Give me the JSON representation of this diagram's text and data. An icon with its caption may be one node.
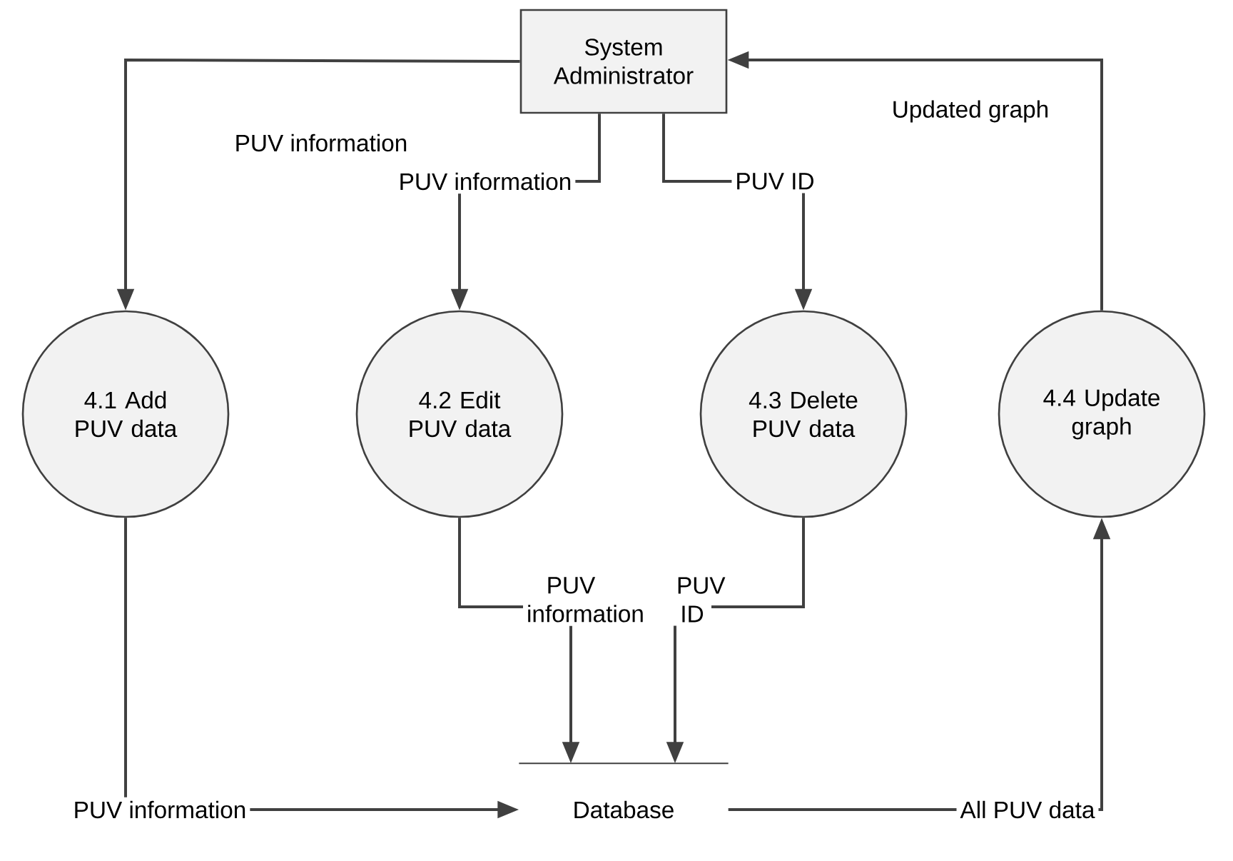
{
  "diagram": {
    "nodes": [
      {
        "text": [
          "System Administrator"
        ]
      },
      {
        "text": [
          "4.1 Add PUV data"
        ]
      },
      {
        "text": [
          "4.2 Edit PUV data"
        ]
      },
      {
        "text": [
          "4.3 Delete PUV data"
        ]
      },
      {
        "text": [
          "4.4 Update graph"
        ]
      },
      {
        "text": [
          "Database"
        ]
      }
    ],
    "edges": [
      {
        "from": 0,
        "to": 1,
        "arrow": "to",
        "label": "PUV information"
      },
      {
        "from": 0,
        "to": 2,
        "arrow": "to",
        "label": "PUV information"
      },
      {
        "from": 0,
        "to": 3,
        "arrow": "to",
        "label": "PUV ID"
      },
      {
        "from": 4,
        "to": 0,
        "arrow": "to",
        "label": "Updated graph"
      },
      {
        "from": 1,
        "to": 5,
        "arrow": "to",
        "label": "PUV information"
      },
      {
        "from": 2,
        "to": 5,
        "arrow": "to",
        "label": "PUV information"
      },
      {
        "from": 3,
        "to": 5,
        "arrow": "to",
        "label": "PUV ID"
      },
      {
        "from": 5,
        "to": 4,
        "arrow": "to",
        "label": "All PUV data"
      }
    ]
  }
}
